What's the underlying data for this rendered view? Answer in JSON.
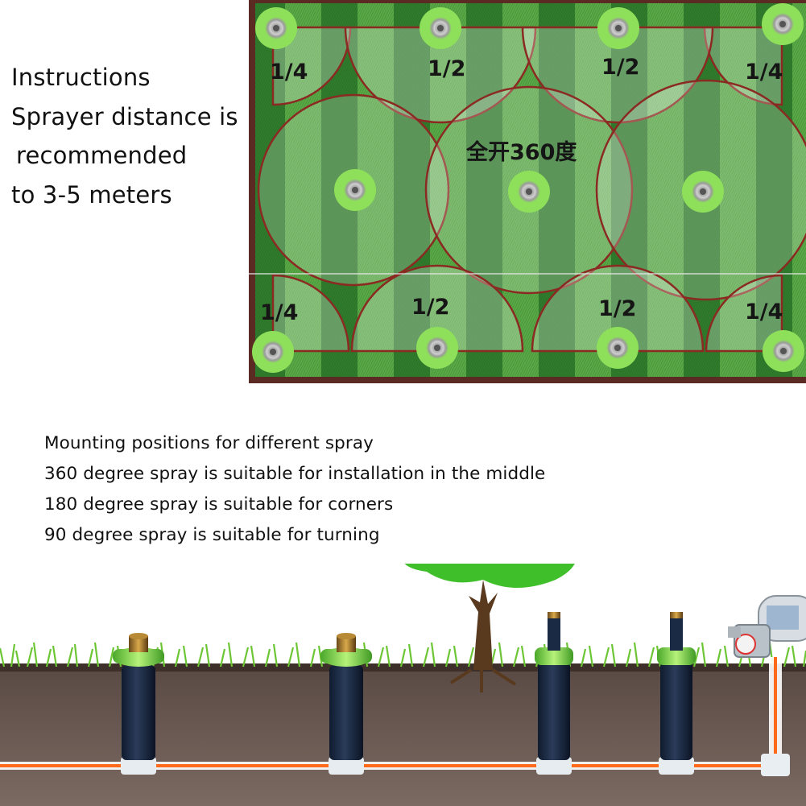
{
  "instructions": {
    "lines": [
      "Instructions",
      "Sprayer distance is",
      "recommended",
      "to 3-5 meters"
    ]
  },
  "diagram": {
    "labels": {
      "quarter": "1/4",
      "half": "1/2",
      "full": "全开360度"
    }
  },
  "mounting": {
    "lines": [
      "Mounting positions for different spray",
      "360 degree spray is suitable for installation in the middle",
      "180 degree spray is suitable for corners",
      "90 degree spray is suitable for turning"
    ]
  },
  "colors": {
    "grass_dark": "#2f7a2b",
    "grass_light": "#58a845",
    "border_red": "#8a2a22",
    "sprinkler_green": "#8ee05a",
    "soil": "#6b5a52",
    "pipe_orange": "#ff6a1a"
  },
  "icons": [
    "sprinkler-head-icon",
    "tree-icon",
    "pump-icon",
    "pop-up-sprinkler-icon"
  ]
}
